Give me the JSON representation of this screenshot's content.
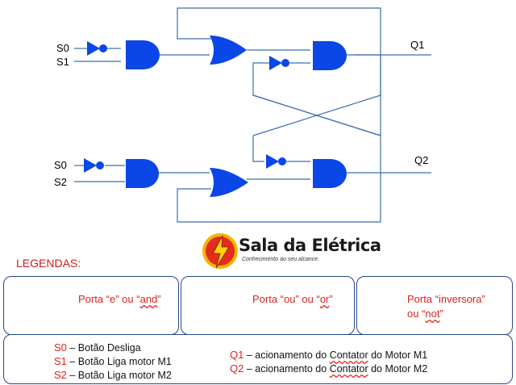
{
  "inputs": {
    "top_s0": "S0",
    "top_s1": "S1",
    "bottom_s0": "S0",
    "bottom_s2": "S2"
  },
  "outputs": {
    "q1": "Q1",
    "q2": "Q2"
  },
  "logo": {
    "name": "Sala da Elétrica",
    "tagline": "Conhecimento ao seu alcance."
  },
  "legend": {
    "title": "LEGENDAS:",
    "and_text_prefix": "Porta “e” ou “",
    "and_text_word": "and",
    "and_text_suffix": "”",
    "or_text_prefix": "Porta “ou” ou “",
    "or_text_word": "or",
    "or_text_suffix": "”",
    "not_text_line1": "Porta “inversora”",
    "not_text_line2_prefix": "ou “",
    "not_text_word": "not",
    "not_text_suffix": "”"
  },
  "signals": {
    "s0_code": "S0",
    "s0_desc": " – Botão Desliga",
    "s1_code": "S1",
    "s1_desc": " – Botão Liga motor M1",
    "s2_code": "S2",
    "s2_desc": " – Botão Liga motor M2",
    "q1_code": "Q1",
    "q1_desc_a": " – acionamento do  ",
    "q1_desc_u": "Contator",
    "q1_desc_b": " do Motor M1",
    "q2_code": "Q2",
    "q2_desc_a": " – acionamento do  ",
    "q2_desc_u": "Contator",
    "q2_desc_b": " do Motor M2"
  },
  "colors": {
    "gate_fill": "#0b46e6",
    "wire": "#3a6fb0",
    "legend_border": "#27488b",
    "text_red": "#e0201c"
  }
}
